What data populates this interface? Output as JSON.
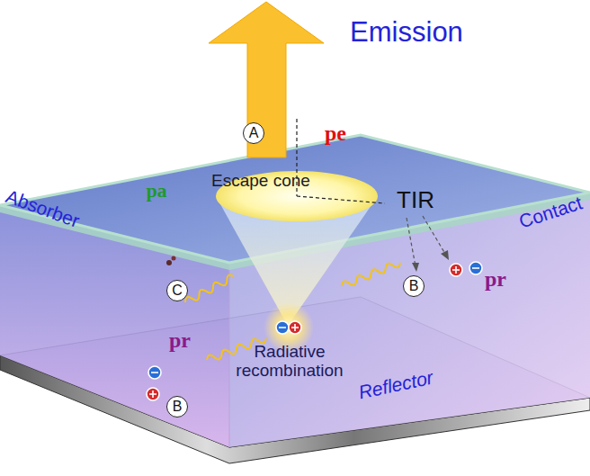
{
  "diagram": {
    "nodes": [
      {
        "text": [
          "A"
        ]
      },
      {
        "text": [
          "C"
        ]
      },
      {
        "text": [
          "B"
        ]
      },
      {
        "text": [
          "B"
        ]
      }
    ],
    "labels": [
      "Emission",
      "pe",
      "Escape cone",
      "TIR",
      "Contact",
      "pa",
      "Absorber",
      "pr",
      "pr",
      "Radiative recombination",
      "Reflector"
    ]
  }
}
